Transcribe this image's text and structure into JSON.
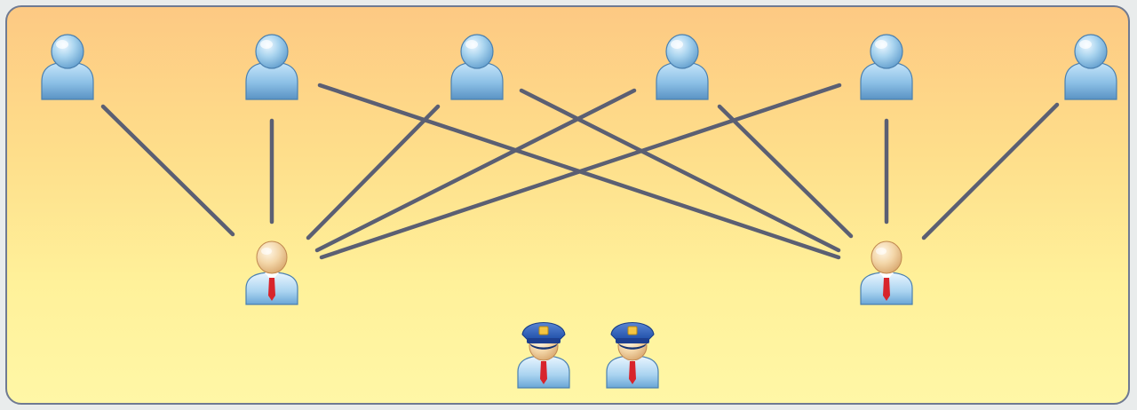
{
  "diagram": {
    "background_top": "#fdc983",
    "background_bottom": "#fff7a6",
    "border_color": "#6f7a92",
    "link_color": "#5b5f73",
    "nodes": [
      {
        "id": "user-1",
        "role": "user",
        "icon": "user-silhouette-icon"
      },
      {
        "id": "user-2",
        "role": "user",
        "icon": "user-silhouette-icon"
      },
      {
        "id": "user-3",
        "role": "user",
        "icon": "user-silhouette-icon"
      },
      {
        "id": "user-4",
        "role": "user",
        "icon": "user-silhouette-icon"
      },
      {
        "id": "user-5",
        "role": "user",
        "icon": "user-silhouette-icon"
      },
      {
        "id": "user-6",
        "role": "user",
        "icon": "user-silhouette-icon"
      },
      {
        "id": "manager-1",
        "role": "manager",
        "icon": "businessman-icon"
      },
      {
        "id": "manager-2",
        "role": "manager",
        "icon": "businessman-icon"
      },
      {
        "id": "officer-1",
        "role": "officer",
        "icon": "police-officer-icon"
      },
      {
        "id": "officer-2",
        "role": "officer",
        "icon": "police-officer-icon"
      }
    ],
    "links": [
      [
        "user-1",
        "manager-1"
      ],
      [
        "user-2",
        "manager-1"
      ],
      [
        "user-2",
        "manager-2"
      ],
      [
        "user-3",
        "manager-1"
      ],
      [
        "user-3",
        "manager-2"
      ],
      [
        "user-4",
        "manager-1"
      ],
      [
        "user-4",
        "manager-2"
      ],
      [
        "user-5",
        "manager-1"
      ],
      [
        "user-5",
        "manager-2"
      ],
      [
        "user-6",
        "manager-2"
      ]
    ]
  }
}
